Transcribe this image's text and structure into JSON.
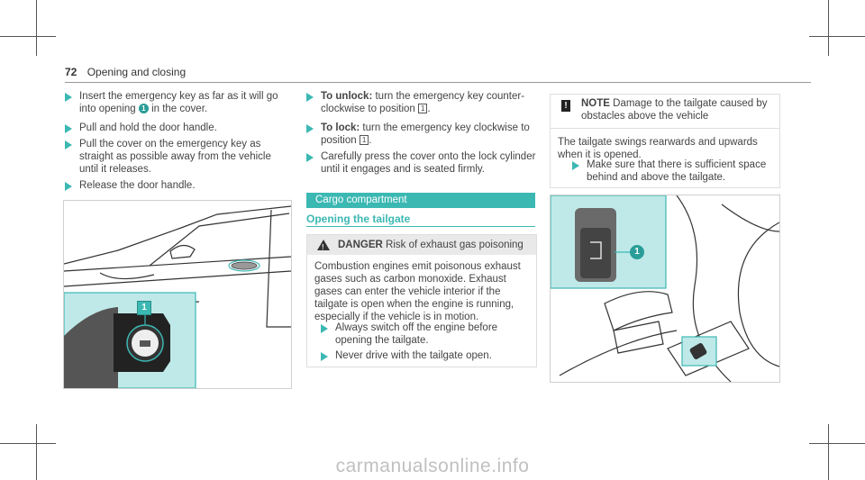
{
  "header": {
    "page_number": "72",
    "section": "Opening and closing"
  },
  "left_steps": [
    {
      "pre": "Insert the emergency key as far as it will go into opening ",
      "badge": "1",
      "post": " in the cover."
    },
    {
      "text": "Pull and hold the door handle."
    },
    {
      "text": "Pull the cover on the emergency key as straight as possible away from the vehicle until it releases."
    },
    {
      "text": "Release the door handle."
    }
  ],
  "left_figure": {
    "callout": "1"
  },
  "middle_steps": [
    {
      "label": "To unlock:",
      "pre": " turn the emergency key counter-clockwise to position ",
      "box": "1",
      "post": "."
    },
    {
      "label": "To lock:",
      "pre": " turn the emergency key clockwise to position ",
      "box": "1",
      "post": "."
    },
    {
      "text": "Carefully press the cover onto the lock cylinder until it engages and is seated firmly."
    }
  ],
  "cargo": {
    "band": "Cargo compartment",
    "subheading": "Opening the tailgate"
  },
  "danger": {
    "label": "DANGER",
    "title": "Risk of exhaust gas poisoning",
    "body": "Combustion engines emit poisonous exhaust gases such as carbon monoxide. Exhaust gases can enter the vehicle interior if the tailgate is open when the engine is running, especially if the vehicle is in motion.",
    "steps": [
      "Always switch off the engine before opening the tailgate.",
      "Never drive with the tailgate open."
    ]
  },
  "note": {
    "label": "NOTE",
    "title": "Damage to the tailgate caused by obstacles above the vehicle",
    "body": "The tailgate swings rearwards and upwards when it is opened.",
    "step": "Make sure that there is sufficient space behind and above the tailgate."
  },
  "right_figure": {
    "callout": "1"
  },
  "watermark": "carmanualsonline.info",
  "colors": {
    "accent": "#3cb8b3",
    "inset_bg": "#bfe9e8"
  }
}
